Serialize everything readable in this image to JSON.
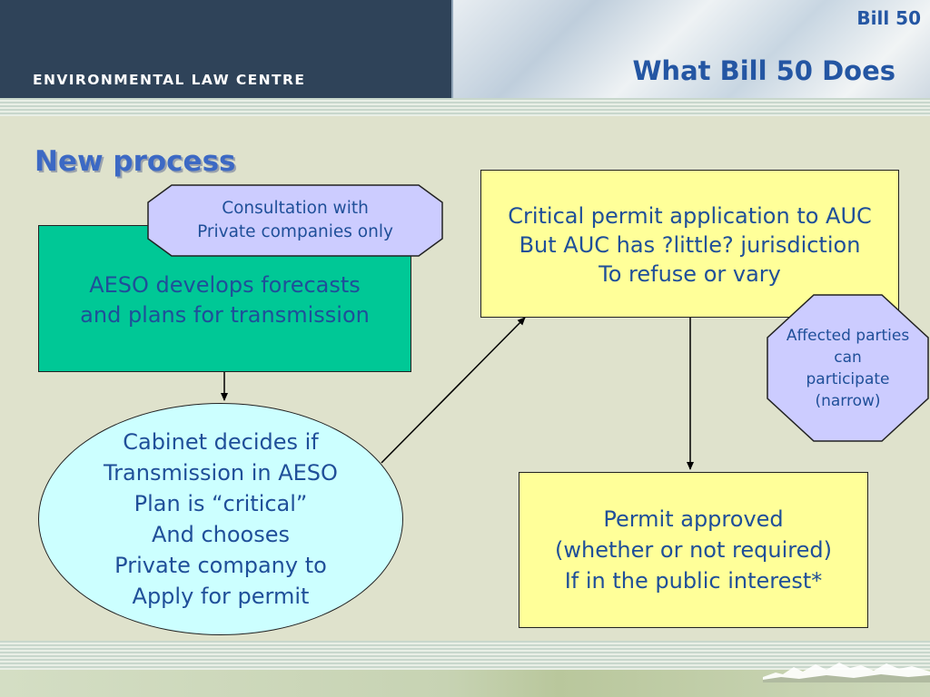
{
  "header": {
    "org_name": "ENVIRONMENTAL LAW CENTRE",
    "tag": "Bill 50",
    "title": "What Bill 50 Does"
  },
  "slide": {
    "section_title": "New process"
  },
  "nodes": {
    "aeso": {
      "lines": [
        "AESO develops forecasts",
        "and plans for transmission"
      ]
    },
    "consultation": {
      "lines": [
        "Consultation with",
        "Private companies only"
      ]
    },
    "cabinet": {
      "lines": [
        "Cabinet decides if",
        "Transmission in AESO",
        "Plan is “critical”",
        "And chooses",
        "Private company to",
        "Apply for permit"
      ]
    },
    "auc": {
      "lines": [
        "Critical permit application to AUC",
        "But AUC has ?little? jurisdiction",
        "To refuse or vary"
      ]
    },
    "affected": {
      "lines": [
        "Affected parties",
        "can",
        "participate",
        "(narrow)"
      ]
    },
    "permit": {
      "lines": [
        "Permit approved",
        "(whether or not required)",
        "If in the public interest*"
      ]
    }
  },
  "colors": {
    "accent_blue": "#2456a3",
    "header_dark": "#2f4359",
    "aeso_fill": "#00c896",
    "cabinet_fill": "#ccffff",
    "note_fill": "#ccccff",
    "auc_fill": "#ffff99"
  }
}
